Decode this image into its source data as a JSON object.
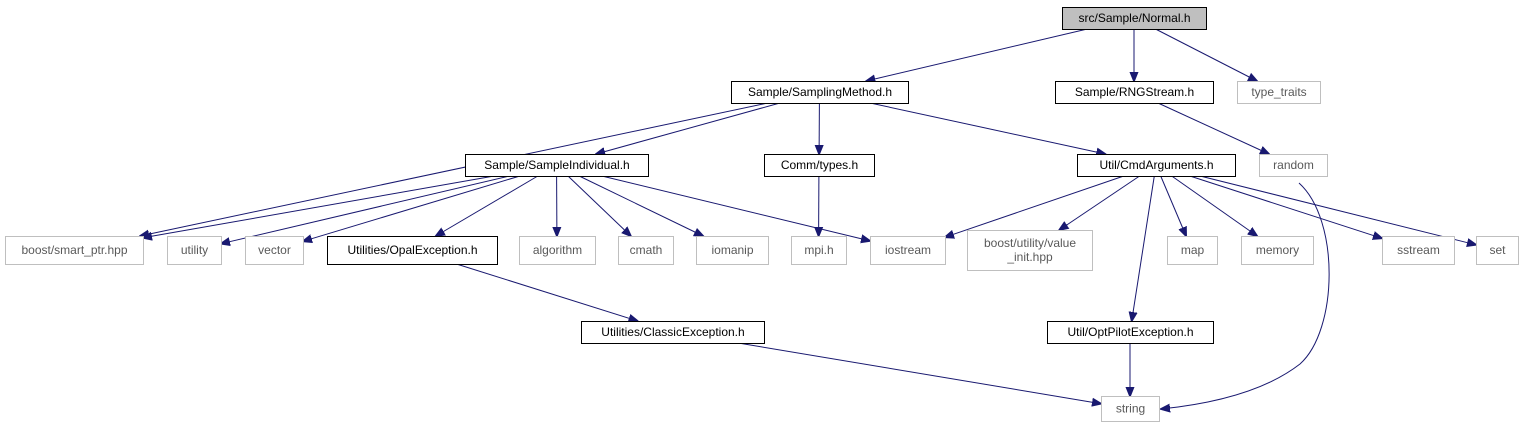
{
  "nodes": [
    {
      "id": "normal",
      "lines": [
        "src/Sample/Normal.h"
      ],
      "kind": "root"
    },
    {
      "id": "samplingmethod",
      "lines": [
        "Sample/SamplingMethod.h"
      ],
      "kind": "internal"
    },
    {
      "id": "rngstream",
      "lines": [
        "Sample/RNGStream.h"
      ],
      "kind": "internal"
    },
    {
      "id": "type_traits",
      "lines": [
        "type_traits"
      ],
      "kind": "external"
    },
    {
      "id": "random",
      "lines": [
        "random"
      ],
      "kind": "external"
    },
    {
      "id": "sampleindividual",
      "lines": [
        "Sample/SampleIndividual.h"
      ],
      "kind": "internal"
    },
    {
      "id": "commtypes",
      "lines": [
        "Comm/types.h"
      ],
      "kind": "internal"
    },
    {
      "id": "cmdarguments",
      "lines": [
        "Util/CmdArguments.h"
      ],
      "kind": "internal"
    },
    {
      "id": "smart_ptr",
      "lines": [
        "boost/smart_ptr.hpp"
      ],
      "kind": "external"
    },
    {
      "id": "utility",
      "lines": [
        "utility"
      ],
      "kind": "external"
    },
    {
      "id": "vector",
      "lines": [
        "vector"
      ],
      "kind": "external"
    },
    {
      "id": "opalexception",
      "lines": [
        "Utilities/OpalException.h"
      ],
      "kind": "internal"
    },
    {
      "id": "algorithm",
      "lines": [
        "algorithm"
      ],
      "kind": "external"
    },
    {
      "id": "cmath",
      "lines": [
        "cmath"
      ],
      "kind": "external"
    },
    {
      "id": "iomanip",
      "lines": [
        "iomanip"
      ],
      "kind": "external"
    },
    {
      "id": "mpi",
      "lines": [
        "mpi.h"
      ],
      "kind": "external"
    },
    {
      "id": "iostream",
      "lines": [
        "iostream"
      ],
      "kind": "external"
    },
    {
      "id": "value_init",
      "lines": [
        "boost/utility/value",
        "_init.hpp"
      ],
      "kind": "external"
    },
    {
      "id": "map",
      "lines": [
        "map"
      ],
      "kind": "external"
    },
    {
      "id": "memory",
      "lines": [
        "memory"
      ],
      "kind": "external"
    },
    {
      "id": "sstream",
      "lines": [
        "sstream"
      ],
      "kind": "external"
    },
    {
      "id": "set",
      "lines": [
        "set"
      ],
      "kind": "external"
    },
    {
      "id": "classicexception",
      "lines": [
        "Utilities/ClassicException.h"
      ],
      "kind": "internal"
    },
    {
      "id": "optpilotexception",
      "lines": [
        "Util/OptPilotException.h"
      ],
      "kind": "internal"
    },
    {
      "id": "string",
      "lines": [
        "string"
      ],
      "kind": "external"
    }
  ],
  "edges": [
    {
      "from": "normal",
      "to": "samplingmethod"
    },
    {
      "from": "normal",
      "to": "rngstream"
    },
    {
      "from": "normal",
      "to": "type_traits"
    },
    {
      "from": "rngstream",
      "to": "random"
    },
    {
      "from": "samplingmethod",
      "to": "smart_ptr"
    },
    {
      "from": "samplingmethod",
      "to": "sampleindividual"
    },
    {
      "from": "samplingmethod",
      "to": "commtypes"
    },
    {
      "from": "samplingmethod",
      "to": "cmdarguments"
    },
    {
      "from": "sampleindividual",
      "to": "smart_ptr"
    },
    {
      "from": "sampleindividual",
      "to": "utility"
    },
    {
      "from": "sampleindividual",
      "to": "vector"
    },
    {
      "from": "sampleindividual",
      "to": "opalexception"
    },
    {
      "from": "sampleindividual",
      "to": "algorithm"
    },
    {
      "from": "sampleindividual",
      "to": "cmath"
    },
    {
      "from": "sampleindividual",
      "to": "iomanip"
    },
    {
      "from": "sampleindividual",
      "to": "iostream"
    },
    {
      "from": "commtypes",
      "to": "mpi"
    },
    {
      "from": "cmdarguments",
      "to": "iostream"
    },
    {
      "from": "cmdarguments",
      "to": "value_init"
    },
    {
      "from": "cmdarguments",
      "to": "map"
    },
    {
      "from": "cmdarguments",
      "to": "memory"
    },
    {
      "from": "cmdarguments",
      "to": "sstream"
    },
    {
      "from": "cmdarguments",
      "to": "set"
    },
    {
      "from": "cmdarguments",
      "to": "optpilotexception"
    },
    {
      "from": "cmdarguments",
      "to": "string"
    },
    {
      "from": "opalexception",
      "to": "classicexception"
    },
    {
      "from": "classicexception",
      "to": "string"
    },
    {
      "from": "optpilotexception",
      "to": "string"
    }
  ],
  "colors": {
    "edge": "#191970",
    "root_fill": "#bfbfbf",
    "internal_border": "#000000",
    "external_border": "#bfbfbf",
    "external_text": "#595959"
  }
}
